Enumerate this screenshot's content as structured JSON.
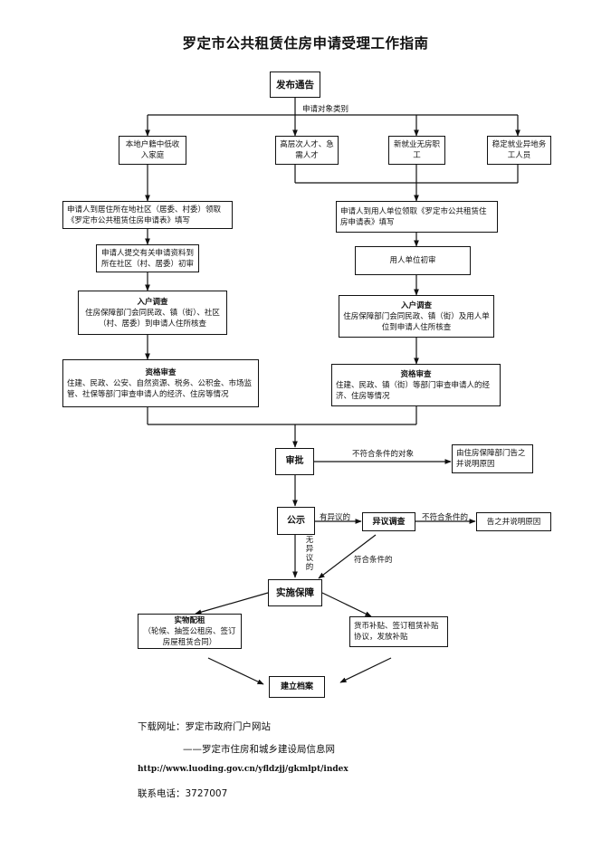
{
  "title": "罗定市公共租赁住房申请受理工作指南",
  "steps": {
    "announce": "发布通告",
    "category_label": "申请对象类别",
    "cat_local": "本地户籍中低收入家庭",
    "cat_talent": "高层次人才、急需人才",
    "cat_new_worker": "新就业无房职工",
    "cat_migrant": "稳定就业异地务工人员",
    "left_apply": "申请人到居住所在地社区（居委、村委）领取《罗定市公共租赁住房申请表》填写",
    "left_submit": "申请人提交有关申请资料到所在社区（村、居委）初审",
    "left_survey_title": "入户调查",
    "left_survey_body": "住房保障部门会同民政、镇（街）、社区（村、居委）到申请人住所核查",
    "left_qual_title": "资格审查",
    "left_qual_body": "住建、民政、公安、自然资源、税务、公积金、市场监管、社保等部门审查申请人的经济、住房等情况",
    "right_apply": "申请人到用人单位领取《罗定市公共租赁住房申请表》填写",
    "right_unit": "用人单位初审",
    "right_survey_title": "入户调查",
    "right_survey_body": "住房保障部门会同民政、镇（街）及用人单位到申请人住所核查",
    "right_qual_title": "资格审查",
    "right_qual_body": "住建、民政、镇（街）等部门审查申请人的经济、住房等情况",
    "approve": "审批",
    "reject_label": "不符合条件的对象",
    "notify_reason": "由住房保障部门告之并说明原因",
    "publicize": "公示",
    "objection_label": "有异议的",
    "objection_survey": "异议调查",
    "not_qualified_label": "不符合条件的",
    "tell_reason": "告之并说明原因",
    "no_objection_label": "无异议的",
    "qualified_label": "符合条件的",
    "implement": "实施保障",
    "physical_title": "实物配租",
    "physical_body": "（轮候、抽签公租房、签订房屋租赁合同）",
    "subsidy": "货币补贴、签订租赁补贴协议，发放补贴",
    "archive": "建立档案"
  },
  "footer": {
    "download": "下载网址：罗定市政府门户网站",
    "bureau": "——罗定市住房和城乡建设局信息网",
    "url": "http://www.luoding.gov.cn/yfldzjj/gkmlpt/index",
    "phone": "联系电话：3727007"
  }
}
